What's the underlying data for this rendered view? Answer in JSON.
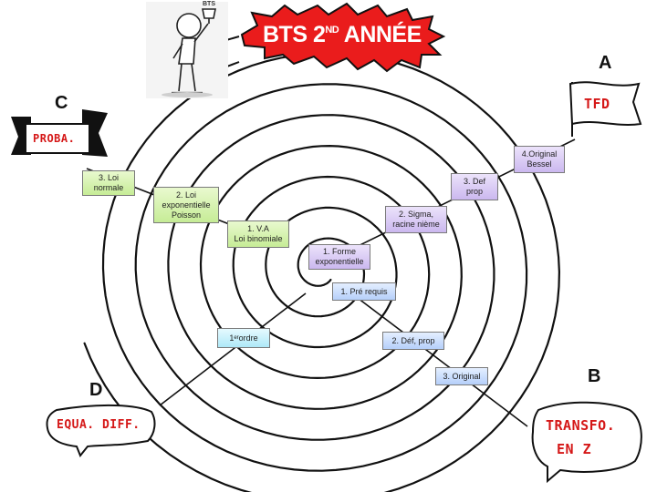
{
  "title": {
    "main": "BTS 2",
    "sup": "ND",
    "rest": " ANNÉE"
  },
  "trophy_label": "BTS",
  "corner_letters": {
    "a": "A",
    "b": "B",
    "c": "C",
    "d": "D"
  },
  "themes": {
    "tfd": "TFD",
    "proba": "PROBA.",
    "equa": "EQUA. DIFF.",
    "transfo_line1": "TRANSFO.",
    "transfo_line2": "EN Z"
  },
  "boxes": {
    "green_1": "1. V.A\nLoi binomiale",
    "green_2": "2. Loi\nexponentielle\nPoisson",
    "green_3": "3. Loi\nnormale",
    "purple_1": "1. Forme\nexponentielle",
    "purple_2": "2. Sigma,\nracine nième",
    "purple_3": "3. Def\nprop",
    "purple_4": "4.Original\nBessel",
    "blue_1": "1. Pré requis",
    "blue_2": "2. Déf, prop",
    "blue_3": "3. Original",
    "cyan_1_num": "1",
    "cyan_1_sup": "er",
    "cyan_1_rest": " ordre"
  },
  "colors": {
    "title_burst": "#ea1c1c",
    "hand_text": "#d51818",
    "green_box": "#c6ec96",
    "purple_box": "#cbb8ef",
    "blue_box": "#b5cffa",
    "cyan_box": "#aee9f8"
  }
}
